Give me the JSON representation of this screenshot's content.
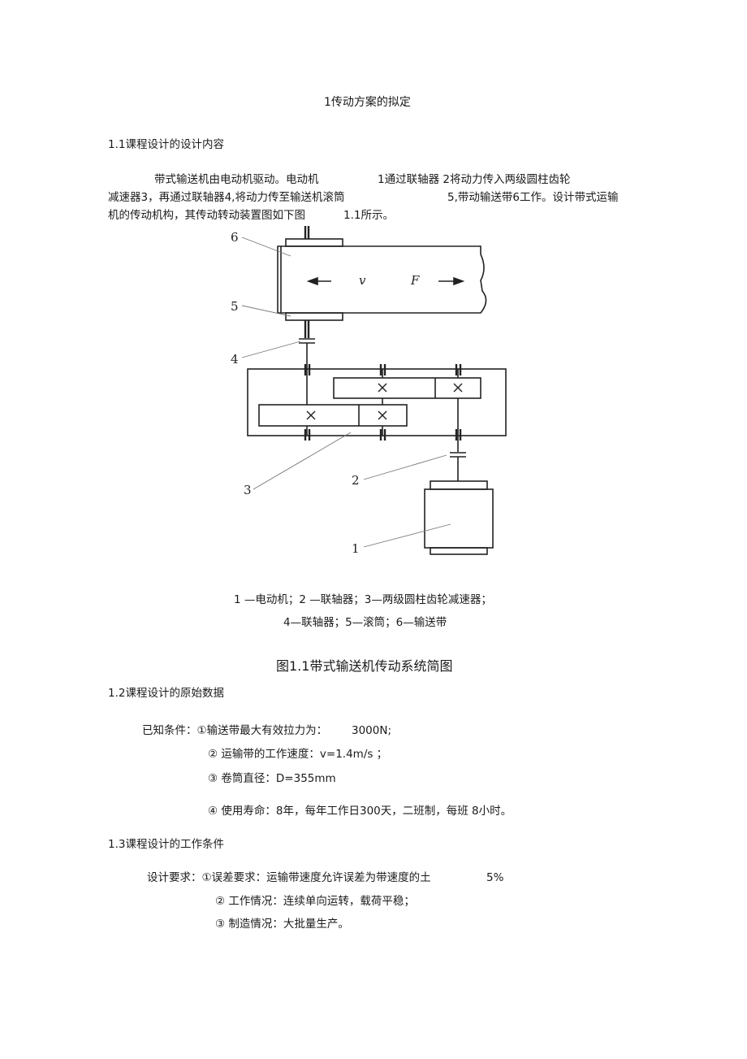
{
  "page_title": "1传动方案的拟定",
  "section1": {
    "heading": "1.1课程设计的设计内容",
    "p_line1_a": "带式输送机由电动机驱动。电动机",
    "p_line1_b": "1通过联轴器  2将动力传入两级圆柱齿轮",
    "p_line2_a": "减速器3，再通过联轴器4,将动力传至输送机滚筒",
    "p_line2_b": "5,带动输送带6工作。设计带式运输",
    "p_line3_a": "机的传动机构，其传动转动装置图如下图",
    "p_line3_b": "1.1所示。"
  },
  "diagram": {
    "labels": [
      "6",
      "5",
      "4",
      "3",
      "2",
      "1"
    ],
    "v_label": "v",
    "f_label": "F"
  },
  "caption": {
    "line1": "1 —电动机；2 —联轴器；3—两级圆柱齿轮减速器；",
    "line2": "4—联轴器；5—滚筒；6—输送带",
    "figure_title": "图1.1带式输送机传动系统简图"
  },
  "section2": {
    "heading": "1.2课程设计的原始数据",
    "item1_a": "已知条件：①输送带最大有效拉力为：",
    "item1_b": "3000N;",
    "item2": "②  运输带的工作速度：v=1.4m/s  ；",
    "item3": "③  卷筒直径：D=355mm",
    "item4": "④  使用寿命：8年，每年工作日300天，二班制，每班  8小时。"
  },
  "section3": {
    "heading": "1.3课程设计的工作条件",
    "item1_a": "设计要求：①误差要求：运输带速度允许误差为带速度的土",
    "item1_b": "5%",
    "item2": "②  工作情况：连续单向运转，载荷平稳；",
    "item3": "③  制造情况：大批量生产。"
  }
}
